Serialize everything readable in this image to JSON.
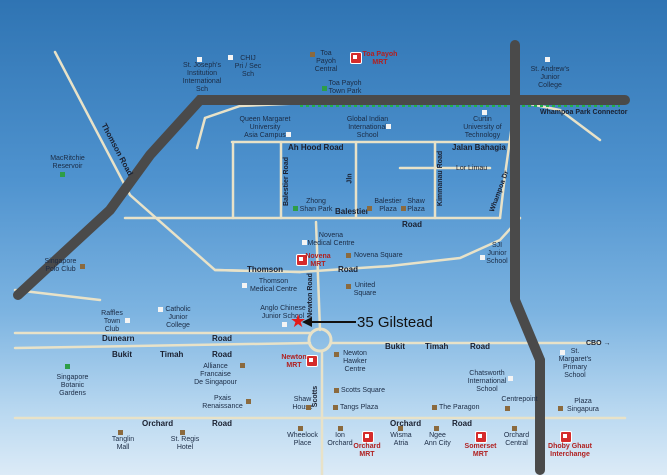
{
  "callout": {
    "label": "35 Gilstead"
  },
  "roads": {
    "thomson_v": "Thomson Road",
    "ah_hood": "Ah Hood Road",
    "jalan_bahagia": "Jalan Bahagia",
    "lor_limau": "Lor Limau",
    "whampoa_dr": "Whampoa Dr",
    "whampoa_park": "Whampoa Park Connector",
    "balestier": "Balestier",
    "balestier_road": "Road",
    "thomson_h": "Thomson",
    "thomson_h_road": "Road",
    "newton_road": "Newton Road",
    "dunearn": "Dunearn",
    "dunearn_road": "Road",
    "bukit1": "Bukit",
    "timah1": "Timah",
    "road1": "Road",
    "bukit2": "Bukit",
    "timah2": "Timah",
    "road2": "Road",
    "orchard_l": "Orchard",
    "orchard_road_l": "Road",
    "orchard_r": "Orchard",
    "orchard_road_r": "Road",
    "scotts": "Scotts",
    "cbo": "CBO",
    "balestier_rd_v": "Balestier Road",
    "jln": "Jln",
    "kimmanau": "Kimmanau Road"
  },
  "places": {
    "st_josephs": "St. Joseph's\nInstitution\nInternational\nSch",
    "chij": "CHIJ\nPri / Sec\nSch",
    "toa_payoh_central": "Toa\nPayoh\nCentral",
    "toa_payoh_town_park": "Toa Payoh\nTown Park",
    "st_andrews": "St. Andrew's\nJunior\nCollege",
    "queen_margaret": "Queen Margaret\nUniversity\nAsia Campus",
    "global_indian": "Global Indian\nInternational\nSchool",
    "curtin": "Curtin\nUniversity of\nTechnology",
    "macritchie": "MacRitchie\nReservoir",
    "zhong_shan": "Zhong\nShan Park",
    "balestier_plaza": "Balestier\nPlaza",
    "shaw_plaza": "Shaw\nPlaza",
    "novena_medical": "Novena\nMedical Centre",
    "novena_square": "Novena Square",
    "sji": "SJI\nJunior\nSchool",
    "singapore_polo": "Singapore\nPolo Club",
    "thomson_medical": "Thomson\nMedical Centre",
    "united_square": "United\nSquare",
    "raffles_town": "Raffles\nTown\nClub",
    "catholic_jc": "Catholic\nJunior\nCollege",
    "anglo_chinese": "Anglo Chinese\nJunior School",
    "newton_hawker": "Newton\nHawker\nCentre",
    "st_margarets": "St.\nMargaret's\nPrimary\nSchool",
    "botanic": "Singapore\nBotanic\nGardens",
    "alliance": "Alliance\nFrancaise\nDe Singapour",
    "chatsworth": "Chatsworth\nInternational\nSchool",
    "scotts_square": "Scotts Square",
    "pzazz": "Pxais\nRenaissance",
    "shaw_house": "Shaw\nHouse",
    "tangs_plaza": "Tangs Plaza",
    "paragon": "The Paragon",
    "centrepoint": "Centrepoint",
    "plaza_singapura": "Plaza\nSingapura",
    "tanglin_mall": "Tanglin\nMall",
    "st_regis": "St. Regis\nHotel",
    "wheelock": "Wheelock\nPlace",
    "ion": "Ion\nOrchard",
    "wisma": "Wisma\nAtria",
    "ngee_ann": "Ngee\nAnn City",
    "orchard_central": "Orchard\nCentral"
  },
  "mrt": {
    "toa_payoh": "Toa Payoh\nMRT",
    "novena": "Novena\nMRT",
    "newton": "Newton\nMRT",
    "orchard": "Orchard\nMRT",
    "somerset": "Somerset\nMRT",
    "dhoby": "Dhoby Ghaut\nInterchange"
  },
  "colors": {
    "highway": "#4a4a4a",
    "road": "#e8e2c8",
    "park_connector": "#22b14c",
    "star": "#e31b1b",
    "mrt": "#d52b2b"
  }
}
